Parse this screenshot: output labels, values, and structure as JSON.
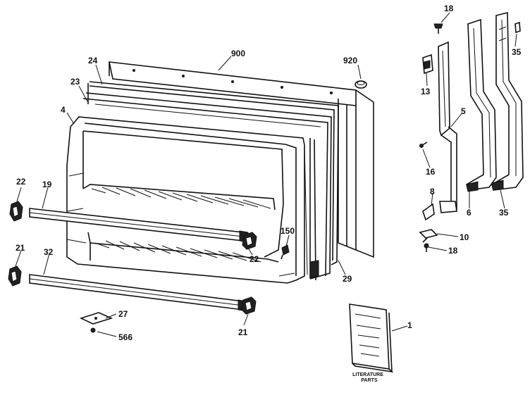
{
  "diagram": {
    "callouts": [
      "900",
      "920",
      "24",
      "23",
      "4",
      "22",
      "19",
      "21",
      "32",
      "150",
      "22",
      "29",
      "27",
      "566",
      "21",
      "18",
      "13",
      "5",
      "16",
      "8",
      "6",
      "35",
      "35",
      "10",
      "18",
      "1"
    ],
    "booklet_label_line1": "LITERATURE",
    "booklet_label_line2": "PARTS"
  }
}
